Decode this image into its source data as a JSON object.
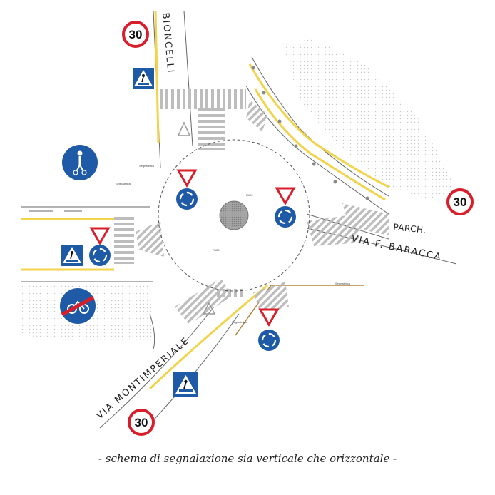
{
  "roads": {
    "north": "BIONCELLI",
    "east": "VIA F. BARACCA",
    "southwest": "VIA MONTIMPERIALE",
    "parking": "PARCH."
  },
  "speed_limit_signs": [
    "30",
    "30",
    "30"
  ],
  "sign_icons": [
    "speed-limit-30-sign",
    "pedestrian-crossing-sign",
    "pedestrian-cycle-path-sign",
    "end-cycle-path-sign",
    "give-way-sign",
    "roundabout-sign"
  ],
  "small_labels": [
    "Segnaletica",
    "Segnaletica",
    "Segnaletica",
    "Segnaletica",
    "R120",
    "R120"
  ],
  "caption": "- schema di segnalazione sia verticale che orizzontale -",
  "colors": {
    "sign_blue": "#1f5aa6",
    "sign_red": "#d81e2a",
    "road_line_yellow": "#f2d34a",
    "hatch_gray": "#b9b9b9",
    "island_gray": "#9a9a9a"
  }
}
